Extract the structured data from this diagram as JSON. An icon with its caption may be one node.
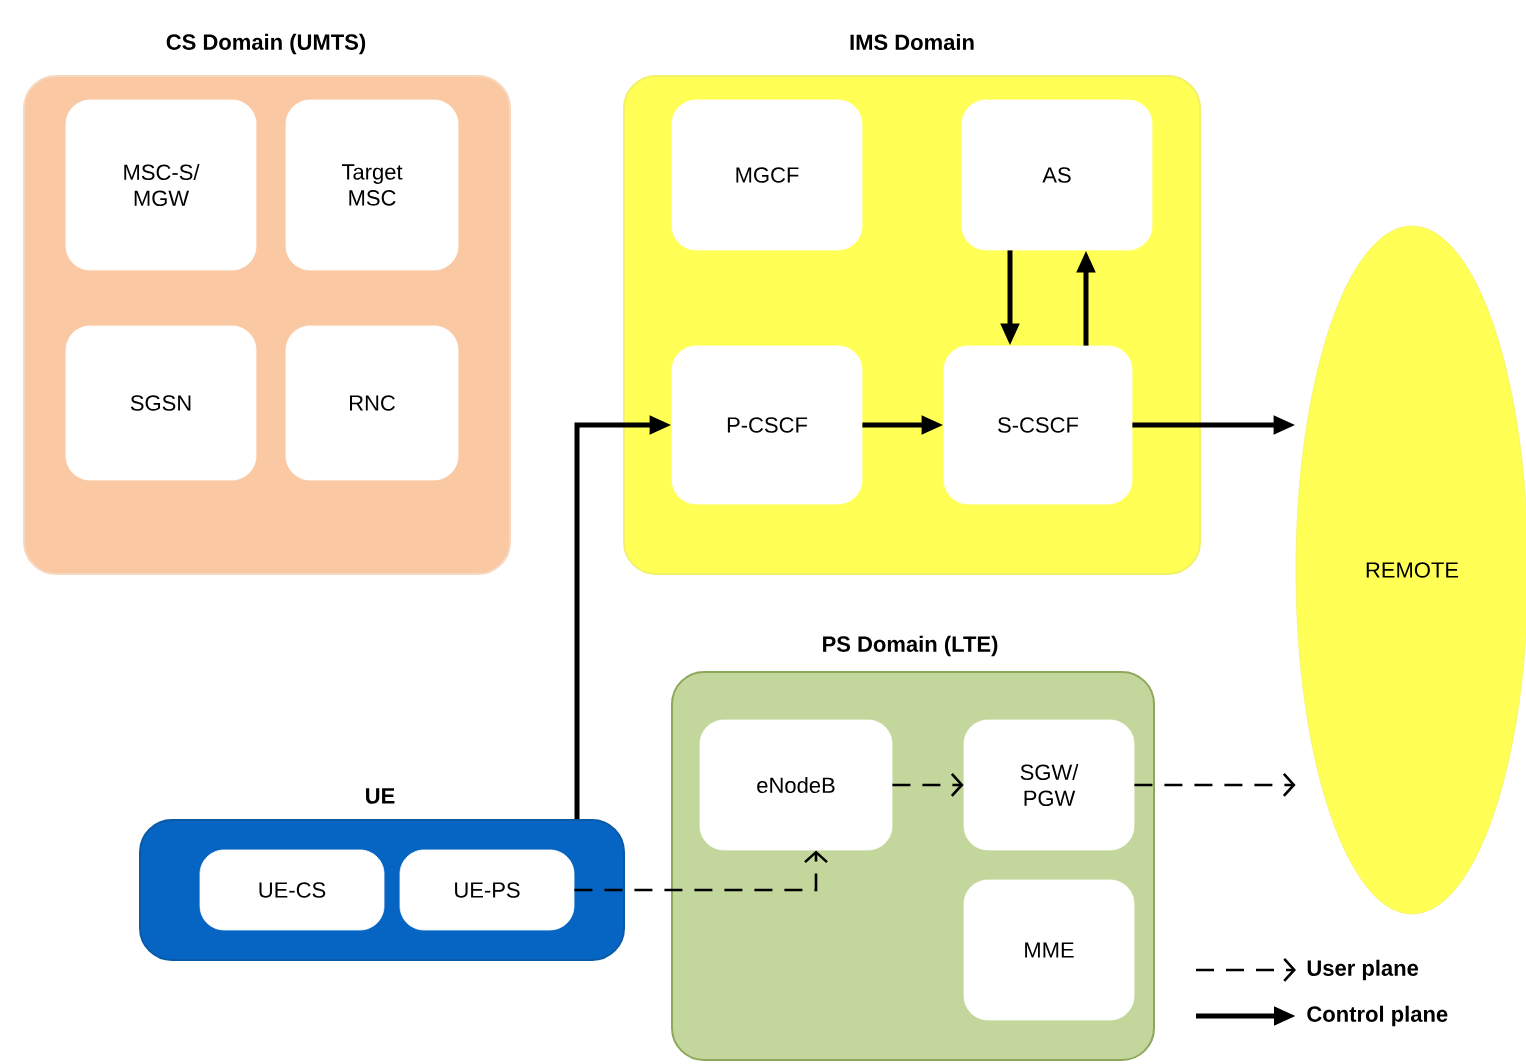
{
  "diagram": {
    "nodes": [
      {
        "text": [
          "CS Domain (UMTS)"
        ]
      },
      {
        "text": [
          "MSC-S/ MGW"
        ],
        "in": 0
      },
      {
        "text": [
          "Target MSC"
        ],
        "in": 0
      },
      {
        "text": [
          "SGSN"
        ],
        "in": 0
      },
      {
        "text": [
          "RNC"
        ],
        "in": 0
      },
      {
        "text": [
          "IMS Domain"
        ]
      },
      {
        "text": [
          "MGCF"
        ],
        "in": 5
      },
      {
        "text": [
          "AS"
        ],
        "in": 5
      },
      {
        "text": [
          "P-CSCF"
        ],
        "in": 5
      },
      {
        "text": [
          "S-CSCF"
        ],
        "in": 5
      },
      {
        "text": [
          "REMOTE"
        ]
      },
      {
        "text": [
          "PS Domain (LTE)"
        ]
      },
      {
        "text": [
          "eNodeB"
        ],
        "in": 11
      },
      {
        "text": [
          "SGW/ PGW"
        ],
        "in": 11
      },
      {
        "text": [
          "MME"
        ],
        "in": 11
      },
      {
        "text": [
          "UE"
        ]
      },
      {
        "text": [
          "UE-CS"
        ],
        "in": 15
      },
      {
        "text": [
          "UE-PS"
        ],
        "in": 15
      }
    ],
    "edges": [
      {
        "from": 15,
        "to": 8,
        "arrow": "to"
      },
      {
        "from": 8,
        "to": 9,
        "arrow": "to"
      },
      {
        "from": 7,
        "to": 9,
        "arrow": "to"
      },
      {
        "from": 9,
        "to": 7,
        "arrow": "to"
      },
      {
        "from": 9,
        "to": 10,
        "arrow": "to"
      },
      {
        "from": 17,
        "to": 12,
        "arrow": "to",
        "style": "dashed"
      },
      {
        "from": 12,
        "to": 13,
        "arrow": "to",
        "style": "dashed"
      },
      {
        "from": 13,
        "to": 10,
        "arrow": "to",
        "style": "dashed"
      }
    ],
    "legend": [
      {
        "text": "User plane"
      },
      {
        "text": "Control plane"
      }
    ]
  }
}
